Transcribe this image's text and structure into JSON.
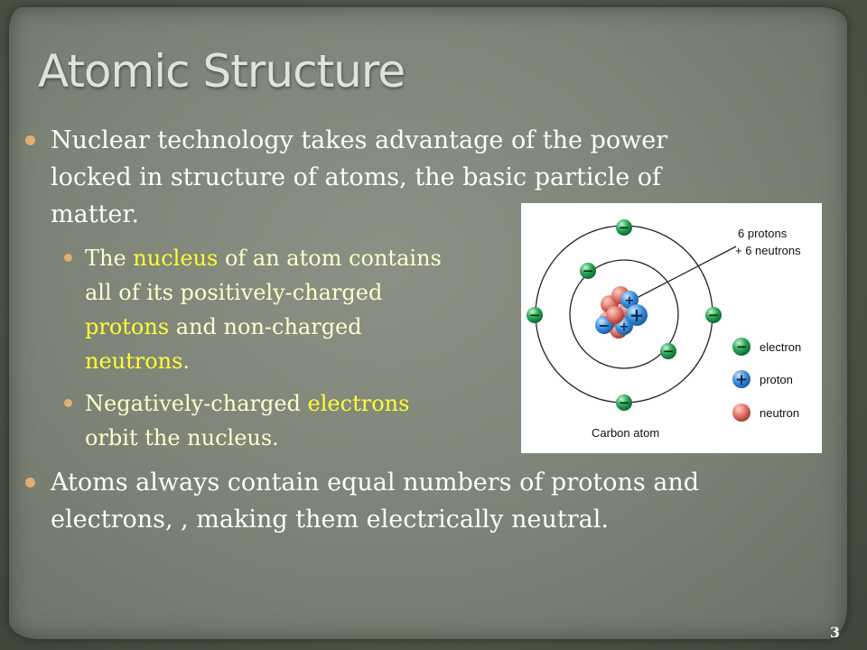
{
  "slide": {
    "title": "Atomic Structure",
    "page_number": "3",
    "bullets": {
      "b1": "Nuclear technology takes advantage of the power locked in structure of atoms, the basic particle of matter.",
      "b2": {
        "t1": "The ",
        "h1": "nucleus",
        "t2": " of an atom contains all of its positively-charged ",
        "h2": "protons",
        "t3": " and non-charged ",
        "h3": "neutrons",
        "t4": "."
      },
      "b3": {
        "t1": "Negatively-charged ",
        "h1": "electrons",
        "t2": " orbit the nucleus."
      },
      "b4": "Atoms always contain equal numbers of protons and electrons, , making them electrically neutral."
    },
    "colors": {
      "highlight": "#ffff33",
      "bullet_dot": "#e3ad72",
      "electron": "#1a9a4a",
      "proton": "#2a7fd0",
      "neutron": "#d9605a"
    }
  },
  "diagram": {
    "nucleus_label_1": "6 protons",
    "nucleus_label_2": "+ 6 neutrons",
    "caption": "Carbon atom",
    "electron_symbol": "−",
    "proton_symbol": "+",
    "legend": {
      "electron": "electron",
      "proton": "proton",
      "neutron": "neutron"
    }
  }
}
